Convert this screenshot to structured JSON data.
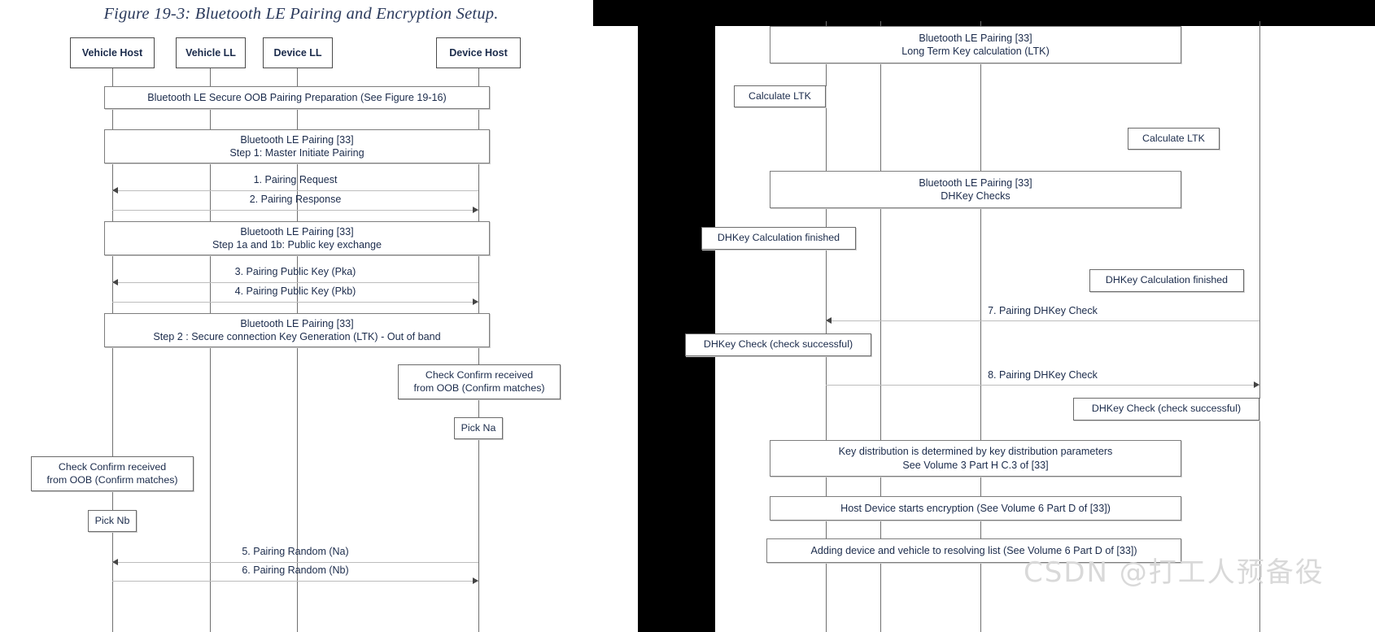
{
  "figure": {
    "title": "Figure 19-3: Bluetooth LE Pairing and Encryption Setup."
  },
  "watermark": {
    "text": "CSDN @打工人预备役"
  },
  "left_panel": {
    "actors": [
      {
        "label": "Vehicle Host"
      },
      {
        "label": "Vehicle LL"
      },
      {
        "label": "Device LL"
      },
      {
        "label": "Device Host"
      }
    ],
    "frames": [
      {
        "line1": "Bluetooth LE Secure OOB Pairing Preparation (See Figure 19-16)",
        "line2": ""
      },
      {
        "line1": "Bluetooth LE Pairing [33]",
        "line2": "Step 1: Master Initiate Pairing"
      },
      {
        "line1": "Bluetooth LE Pairing [33]",
        "line2": "Step 1a and 1b: Public key exchange"
      },
      {
        "line1": "Bluetooth LE Pairing [33]",
        "line2": "Step 2 : Secure connection Key Generation (LTK) - Out of band"
      }
    ],
    "messages": [
      {
        "label": "1. Pairing Request",
        "direction": "left"
      },
      {
        "label": "2. Pairing Response",
        "direction": "right"
      },
      {
        "label": "3. Pairing Public Key (Pka)",
        "direction": "left"
      },
      {
        "label": "4. Pairing Public Key (Pkb)",
        "direction": "right"
      },
      {
        "label": "5. Pairing Random (Na)",
        "direction": "left"
      },
      {
        "label": "6. Pairing Random (Nb)",
        "direction": "right"
      }
    ],
    "notes": [
      {
        "line1": "Check Confirm received",
        "line2": "from OOB (Confirm matches)"
      },
      {
        "line1": "Pick Na",
        "line2": ""
      },
      {
        "line1": "Check Confirm received",
        "line2": "from OOB (Confirm matches)"
      },
      {
        "line1": "Pick Nb",
        "line2": ""
      }
    ]
  },
  "right_panel": {
    "frames": [
      {
        "line1": "Bluetooth LE Pairing [33]",
        "line2": "Long Term Key calculation (LTK)"
      },
      {
        "line1": "Bluetooth LE Pairing [33]",
        "line2": "DHKey Checks"
      },
      {
        "line1": "Key distribution is determined by key distribution parameters",
        "line2": "See Volume 3 Part H C.3 of [33]"
      },
      {
        "line1": "Host Device starts encryption (See Volume 6 Part D of [33])",
        "line2": ""
      },
      {
        "line1": "Adding device and vehicle to resolving list (See Volume 6 Part D of [33])",
        "line2": ""
      }
    ],
    "notes": [
      {
        "line1": "Calculate LTK",
        "line2": ""
      },
      {
        "line1": "Calculate LTK",
        "line2": ""
      },
      {
        "line1": "DHKey Calculation finished",
        "line2": ""
      },
      {
        "line1": "DHKey Calculation finished",
        "line2": ""
      },
      {
        "line1": "DHKey Check (check successful)",
        "line2": ""
      },
      {
        "line1": "DHKey Check (check successful)",
        "line2": ""
      }
    ],
    "messages": [
      {
        "label": "7. Pairing DHKey Check",
        "direction": "left"
      },
      {
        "label": "8. Pairing DHKey Check",
        "direction": "right"
      }
    ]
  }
}
